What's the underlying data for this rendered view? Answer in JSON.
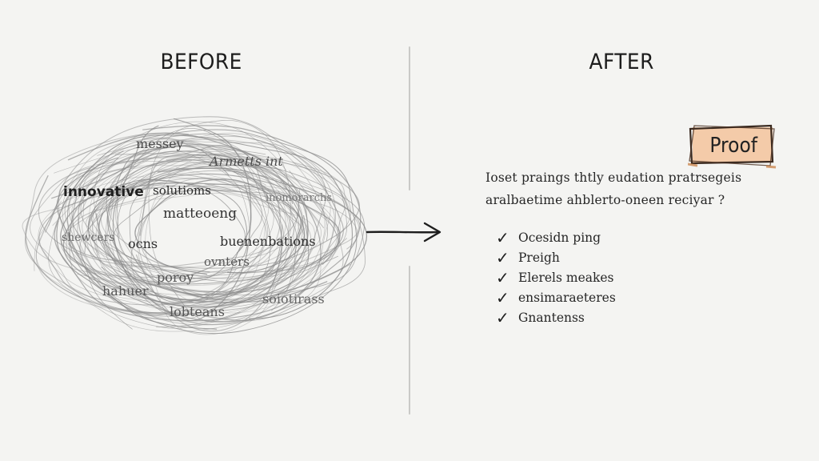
{
  "before": {
    "title": "BEFORE",
    "words": [
      "messey",
      "Armetts int",
      "innovative",
      "solutioms",
      "inomorarchs",
      "matteoeng",
      "shewcers",
      "ocns",
      "buenenbations",
      "ovnters",
      "poroy",
      "hahuer",
      "lobteans",
      "soiotirass"
    ]
  },
  "after": {
    "title": "AFTER",
    "badge": "Proof",
    "paragraph": [
      "Ioset praings thtly eudation pratrsegeis",
      "aralbaetime ahblerto-oneen reciyar ?"
    ],
    "checklist": [
      "Ocesidn ping",
      "Preigh",
      "Elerels meakes",
      "ensimaraeteres",
      "Gnantenss"
    ]
  },
  "colors": {
    "background": "#f4f4f2",
    "ink": "#1f1f1f",
    "scribble": "#8a8a8a",
    "badge_fill": "#f3c8a4",
    "badge_stroke": "#3a2a20"
  },
  "icons": [
    "arrow-right-icon",
    "check-icon",
    "scribble-cloud"
  ]
}
